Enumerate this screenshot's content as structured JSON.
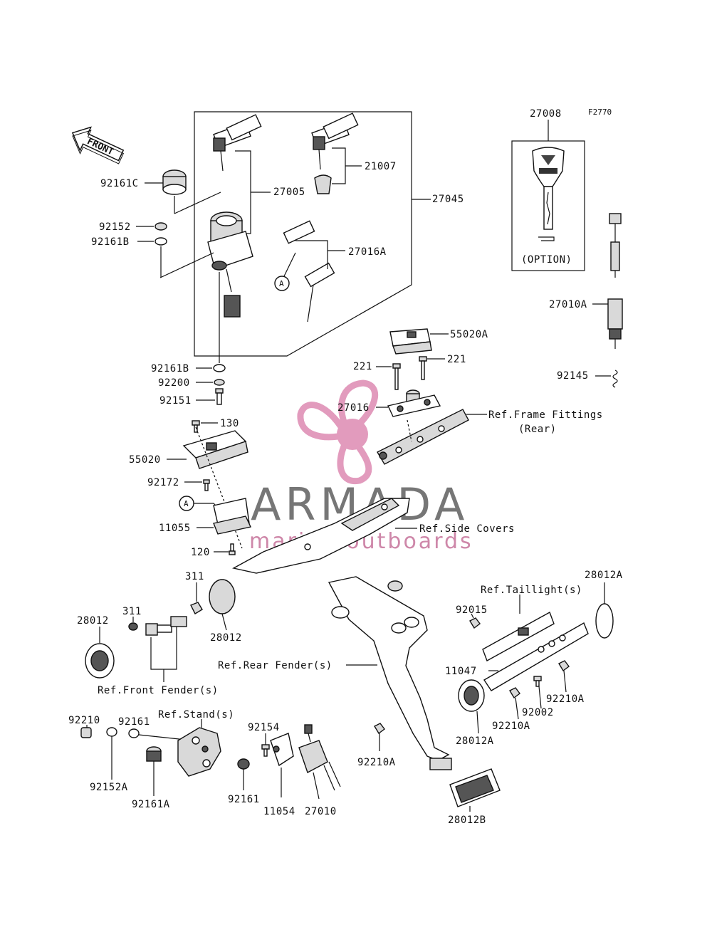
{
  "diagram_code": "F2770",
  "front_label": "FRONT",
  "option_label": "(OPTION)",
  "circle_marker": "A",
  "watermark": {
    "title": "ARMADA",
    "subtitle": "marine outboards",
    "accent_color": "#e29bbd"
  },
  "parts": {
    "p27008": "27008",
    "p27045": "27045",
    "p27005": "27005",
    "p21007": "21007",
    "p27016A": "27016A",
    "p92161C": "92161C",
    "p92152": "92152",
    "p92161B_a": "92161B",
    "p92161B_b": "92161B",
    "p92200": "92200",
    "p92151": "92151",
    "p27010A": "27010A",
    "p92145": "92145",
    "p55020A": "55020A",
    "p221_a": "221",
    "p221_b": "221",
    "p27016": "27016",
    "p130": "130",
    "p55020": "55020",
    "p92172": "92172",
    "p11055": "11055",
    "p120": "120",
    "p311_a": "311",
    "p311_b": "311",
    "p28012_a": "28012",
    "p28012_b": "28012",
    "p28012A_a": "28012A",
    "p28012A_b": "28012A",
    "p92015": "92015",
    "p11047": "11047",
    "p92210A_a": "92210A",
    "p92210A_b": "92210A",
    "p92210A_c": "92210A",
    "p92002": "92002",
    "p92210": "92210",
    "p92161": "92161",
    "p92161_b": "92161",
    "p92154": "92154",
    "p92152A": "92152A",
    "p92161A": "92161A",
    "p11054": "11054",
    "p27010": "27010",
    "p28012B": "28012B"
  },
  "refs": {
    "frame_fittings": "Ref.Frame Fittings",
    "frame_fittings_sub": "(Rear)",
    "side_covers": "Ref.Side Covers",
    "taillight": "Ref.Taillight(s)",
    "rear_fender": "Ref.Rear Fender(s)",
    "front_fender": "Ref.Front Fender(s)",
    "stand": "Ref.Stand(s)"
  }
}
